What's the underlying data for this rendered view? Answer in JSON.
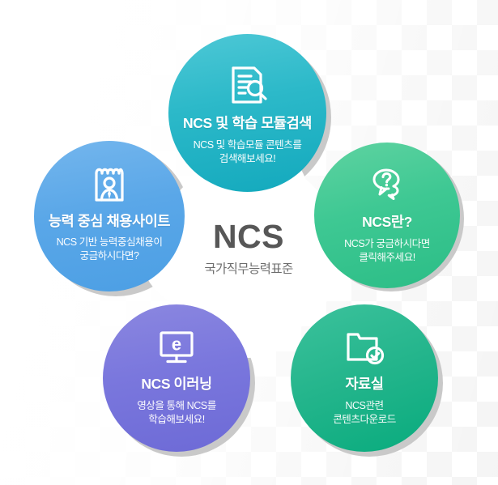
{
  "center": {
    "acronym": "NCS",
    "subtitle": "국가직무능력표준"
  },
  "nodes": [
    {
      "id": "search",
      "icon": "document-search-icon",
      "title": "NCS 및 학습 모듈검색",
      "desc_line1": "NCS 및 학습모듈 콘텐츠를",
      "desc_line2": "검색해보세요!",
      "color": "#2cb9c9"
    },
    {
      "id": "about",
      "icon": "question-speech-bubble-icon",
      "title": "NCS란?",
      "desc_line1": "NCS가 궁금하시다면",
      "desc_line2": "클릭해주세요!",
      "color": "#3ec893"
    },
    {
      "id": "archive",
      "icon": "folder-check-icon",
      "title": "자료실",
      "desc_line1": "NCS관련",
      "desc_line2": "콘텐츠다운로드",
      "color": "#16b086"
    },
    {
      "id": "elearn",
      "icon": "monitor-e-icon",
      "title": "NCS 이러닝",
      "desc_line1": "영상을 통해 NCS를",
      "desc_line2": "학습해보세요!",
      "color": "#7a77dd"
    },
    {
      "id": "recruit",
      "icon": "id-badge-person-icon",
      "title": "능력 중심 채용사이트",
      "desc_line1": "NCS 기반 능력중심채용이",
      "desc_line2": "궁금하시다면?",
      "color": "#5aa7e8"
    }
  ],
  "theme": {
    "background": "#ffffff",
    "pattern_color": "#f4f4f4",
    "blob_gray": "#c9c9c9",
    "center_text": "#575757"
  }
}
